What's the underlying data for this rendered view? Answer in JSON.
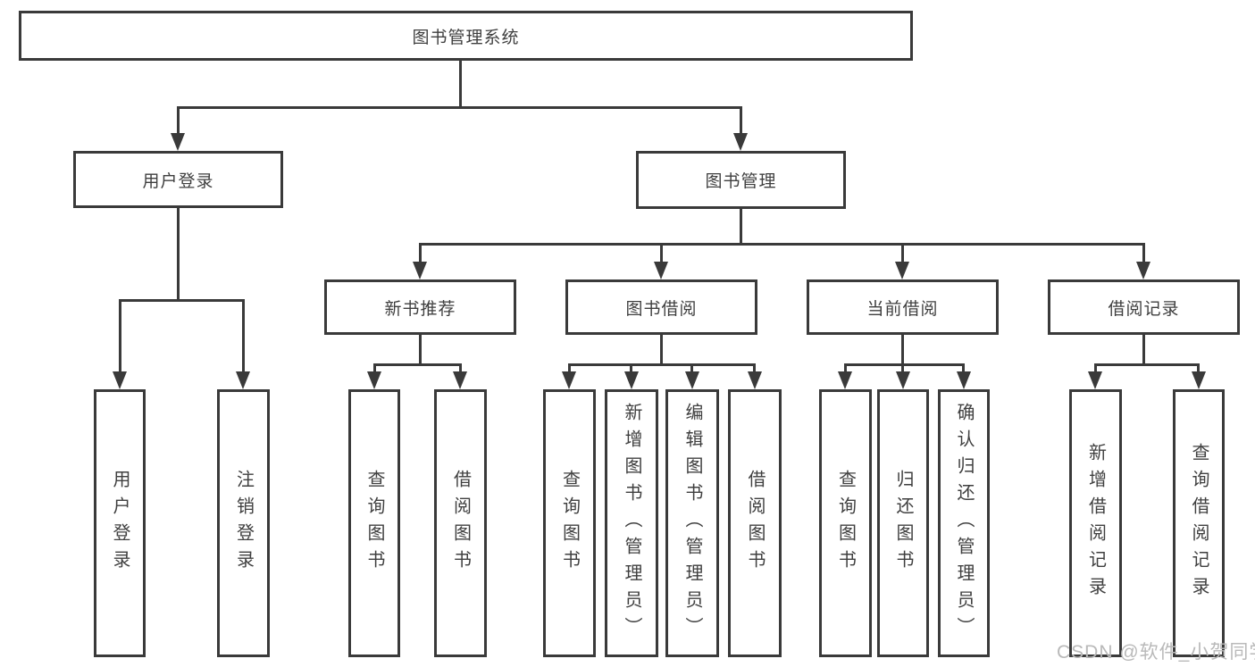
{
  "tree": {
    "label": "图书管理系统",
    "children": [
      {
        "label": "用户登录",
        "children": [
          {
            "label": "用户登录"
          },
          {
            "label": "注销登录"
          }
        ]
      },
      {
        "label": "图书管理",
        "children": [
          {
            "label": "新书推荐",
            "children": [
              {
                "label": "查询图书"
              },
              {
                "label": "借阅图书"
              }
            ]
          },
          {
            "label": "图书借阅",
            "children": [
              {
                "label": "查询图书"
              },
              {
                "label": "新增图书（管理员）"
              },
              {
                "label": "编辑图书（管理员）"
              },
              {
                "label": "借阅图书"
              }
            ]
          },
          {
            "label": "当前借阅",
            "children": [
              {
                "label": "查询图书"
              },
              {
                "label": "归还图书"
              },
              {
                "label": "确认归还（管理员）"
              }
            ]
          },
          {
            "label": "借阅记录",
            "children": [
              {
                "label": "新增借阅记录"
              },
              {
                "label": "查询借阅记录"
              }
            ]
          }
        ]
      }
    ]
  },
  "watermark": "CSDN @软件_小贺同学",
  "colors": {
    "line": "#3a3a3a",
    "box_background": "#ffffff",
    "text": "#3f3f3f",
    "watermark": "#b9b9b9"
  }
}
